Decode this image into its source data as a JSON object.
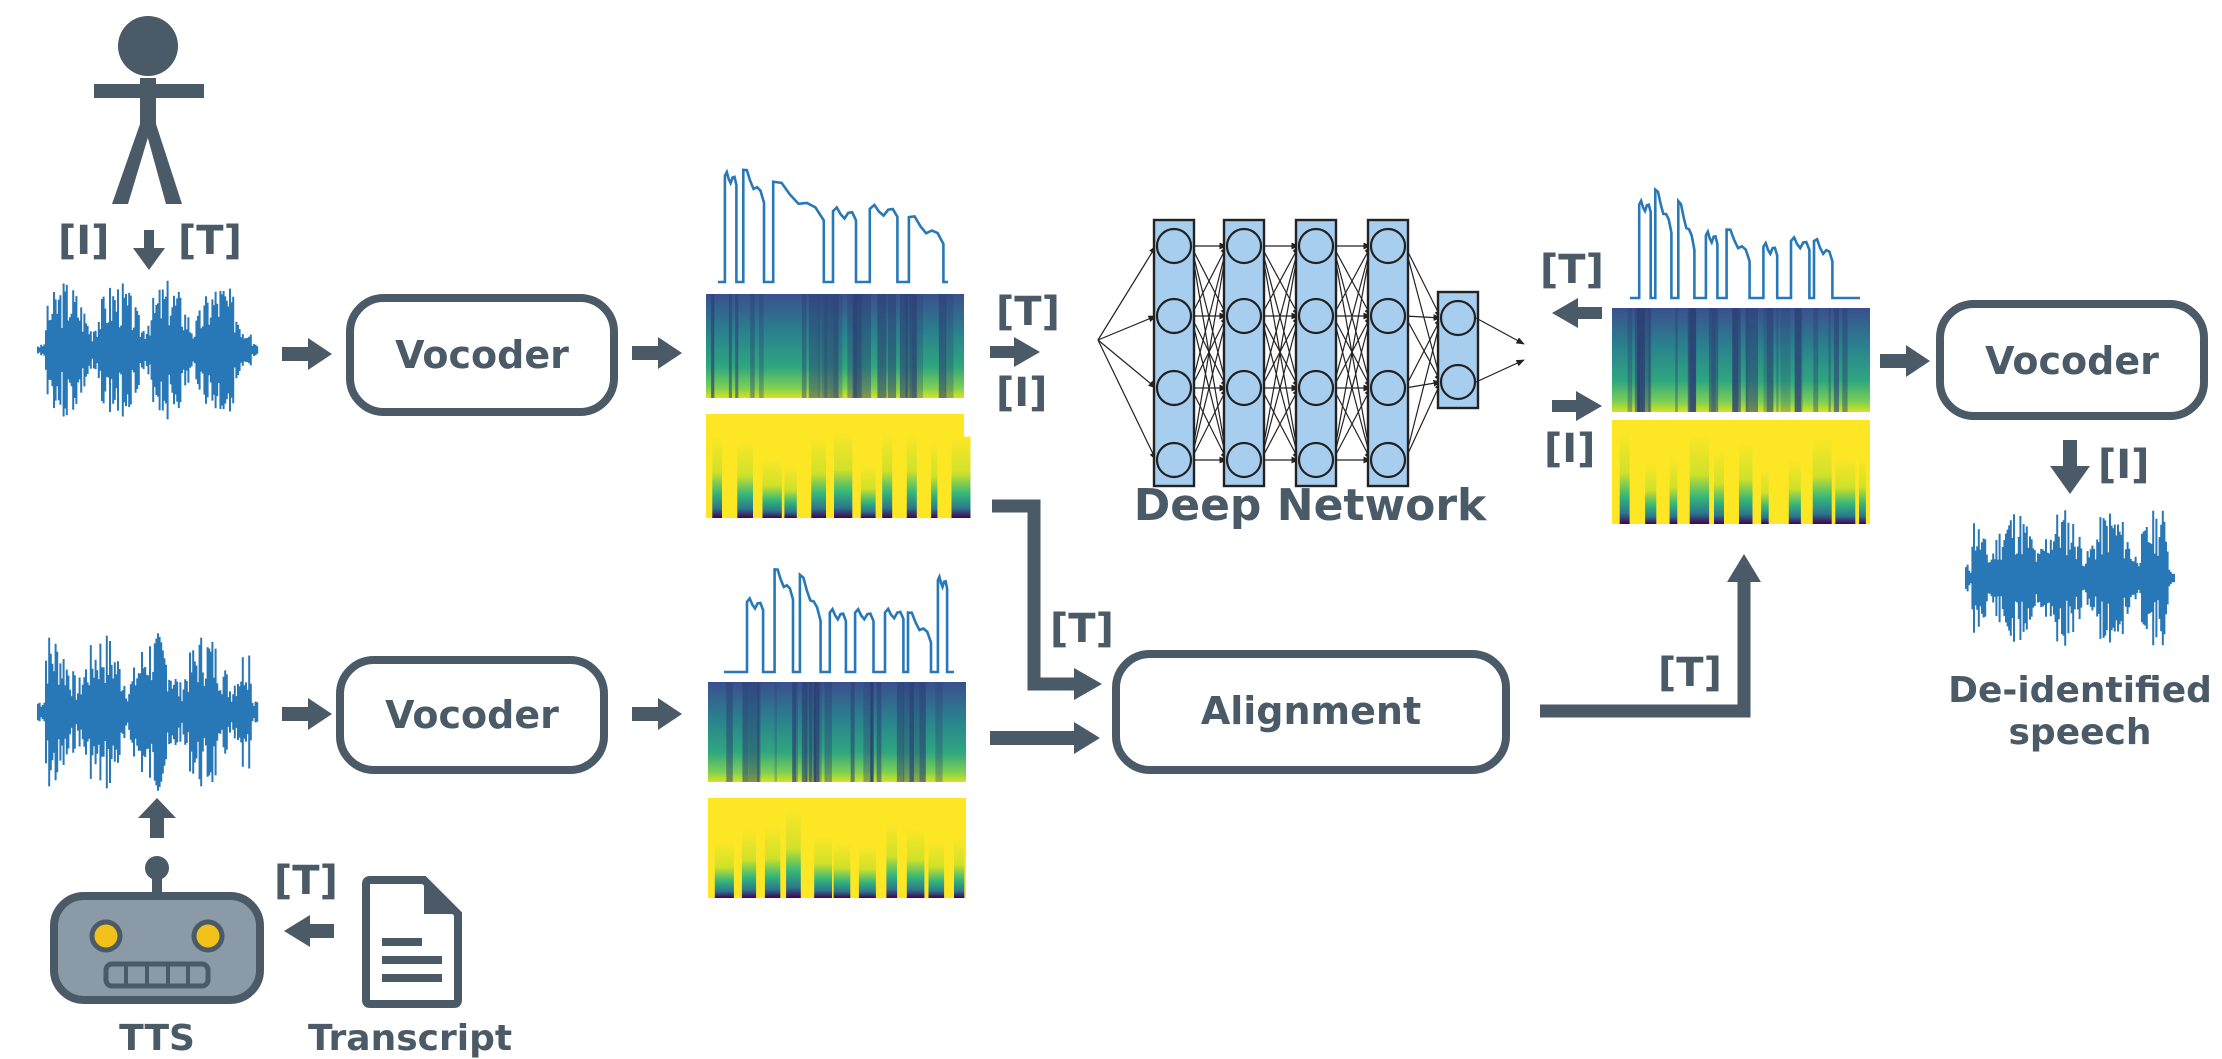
{
  "colors": {
    "dark": "#4a5a66",
    "wave": "#2878b8",
    "node": "#a7cdef",
    "robot_body": "#8a9aa6",
    "robot_eye": "#f2c21b"
  },
  "labels": {
    "token_i": "[I]",
    "token_t": "[T]",
    "vocoder": "Vocoder",
    "alignment": "Alignment",
    "deep_network": "Deep Network",
    "tts": "TTS",
    "transcript": "Transcript",
    "deid_line1": "De-identified",
    "deid_line2": "speech"
  },
  "icons": [
    "person-icon",
    "robot-icon",
    "document-icon",
    "waveform-icon",
    "spectrogram-icon",
    "neural-network-icon"
  ]
}
